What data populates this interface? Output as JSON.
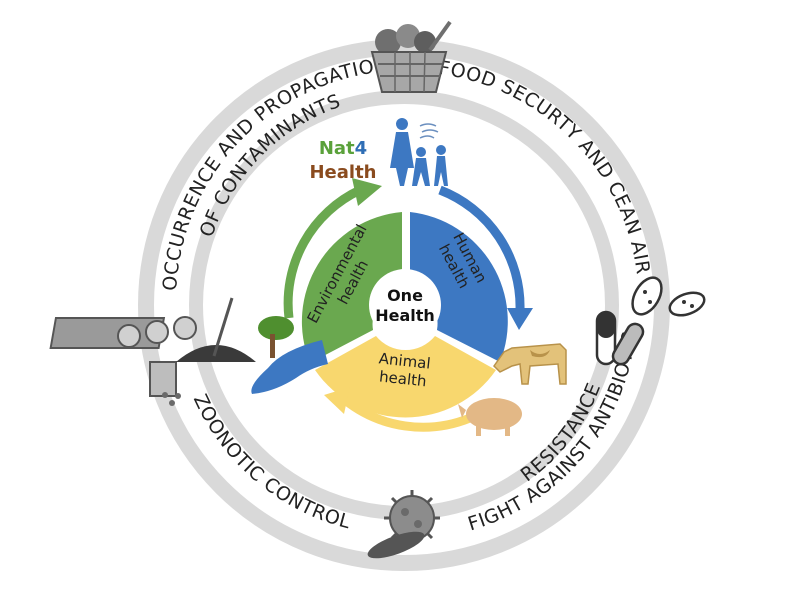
{
  "center": {
    "line1": "One",
    "line2": "Health"
  },
  "segments": {
    "environmental": {
      "line1": "Environmental",
      "line2": "health"
    },
    "human": {
      "line1": "Human",
      "line2": "health"
    },
    "animal": {
      "line1": "Animal",
      "line2": "health"
    }
  },
  "brand": {
    "line1_prefix": "Nat",
    "line1_suffix": "4",
    "line2": "Health"
  },
  "ring_labels": {
    "top_left": {
      "line1": "OCCURRENCE AND PROPAGATION",
      "line2": "OF CONTAMINANTS"
    },
    "top_right": "FOOD SECURTY AND CEAN AIR",
    "bottom_right": {
      "line1": "FIGHT AGAINST ANTIBIOTIC",
      "line2": "RESISTANCE"
    },
    "bottom_left": "ZOONOTIC CONTROL"
  },
  "colors": {
    "environmental": "#6aa84f",
    "human": "#3d78c2",
    "animal": "#f8d76e",
    "ring": "#d9d9d9",
    "human_figures": "#3d78c2",
    "animals": "#d9b46a",
    "icons_gray": "#8c8c8c"
  },
  "icons": [
    "basket-icon",
    "family-icon",
    "bacteria-icon",
    "pills-icon",
    "cow-icon",
    "pig-icon",
    "virus-icon",
    "parasite-icon",
    "treatment-plant-icon",
    "soil-shovel-icon",
    "tree-icon",
    "river-icon"
  ]
}
